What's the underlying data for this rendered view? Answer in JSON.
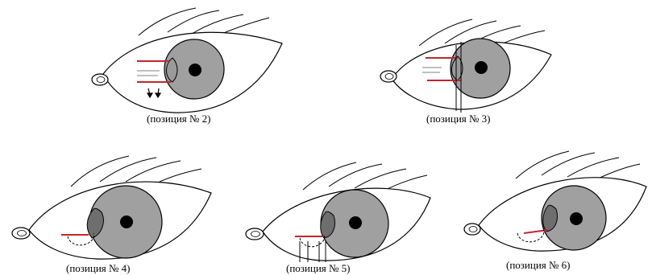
{
  "figure": {
    "positions": [
      {
        "caption": "(позиция № 2)"
      },
      {
        "caption": "(позиция № 3)"
      },
      {
        "caption": "(позиция № 4)"
      },
      {
        "caption": "(позиция № 5)"
      },
      {
        "caption": "(позиция № 6)"
      }
    ],
    "colors": {
      "iris": "#a0a0a0",
      "iris_dark": "#6e6e6e",
      "pupil": "#000000",
      "outline": "#000000",
      "marker_red": "#c0272d",
      "marker_gray": "#9a9a9a"
    }
  }
}
